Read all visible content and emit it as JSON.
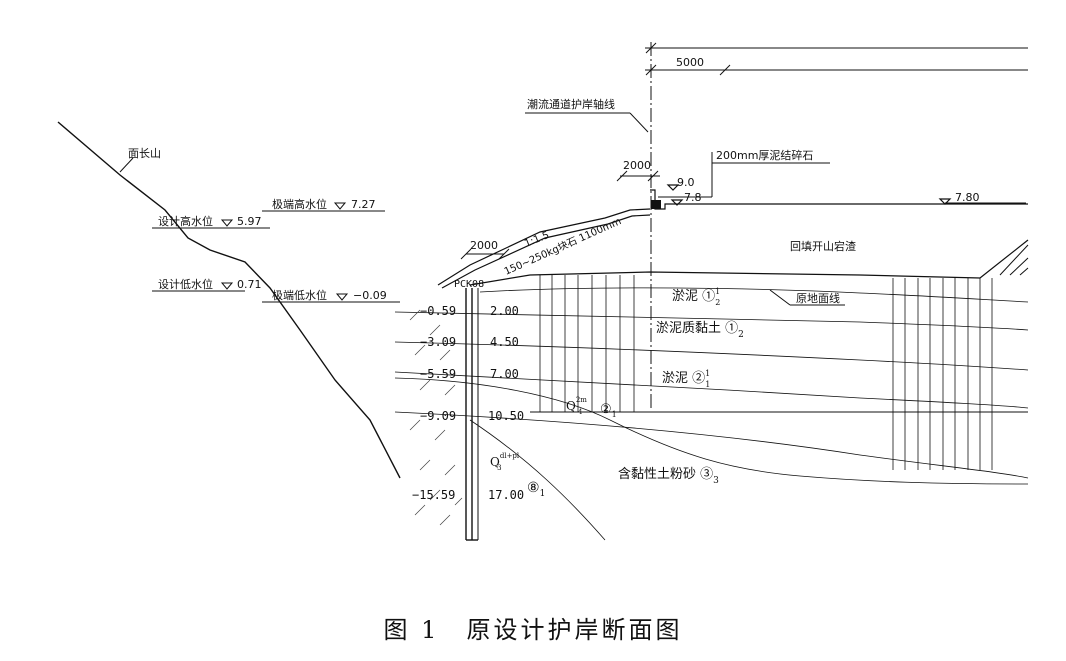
{
  "labels": {
    "mountain": "面长山",
    "axis_line": "潮流通道护岸轴线",
    "dim_5000": "5000",
    "dim_2000_top": "2000",
    "dim_2000_left": "2000",
    "gravel": "200mm厚泥结碎石",
    "elev_9_0": "9.0",
    "elev_7_8": "7.8",
    "elev_7_80": "7.80",
    "slope": "1:1.5",
    "armour": "150~250kg块石 1100mm",
    "fill": "回填开山宕渣",
    "extreme_high": "极端高水位",
    "extreme_high_val": "7.27",
    "design_high": "设计高水位",
    "design_high_val": "5.97",
    "design_low": "设计低水位",
    "design_low_val": "0.71",
    "extreme_low": "极端低水位",
    "extreme_low_val": "−0.09",
    "borehole": "PCK08",
    "original_ground": "原地面线",
    "layer_1_1": "淤泥 ①",
    "layer_1_1_sup": "1",
    "layer_1_1_sub": "2",
    "layer_1_2": "淤泥质黏土 ①",
    "layer_1_2_sub": "2",
    "layer_2_1": "淤泥 ②",
    "layer_2_1_sup": "1",
    "layer_2_1_sub": "1",
    "q4": "Q",
    "q4_sup": "2m",
    "q4_sub": "4",
    "layer_2_1b": "②",
    "layer_2_1b_sub": "1",
    "q3": "Q",
    "q3_sup": "dl+pl",
    "q3_sub": "3",
    "layer_8_1": "⑧",
    "layer_8_1_sub": "1",
    "layer_3_3": "含黏性土粉砂 ③",
    "layer_3_3_sub": "3"
  },
  "borehole_levels": [
    {
      "elev": "−0.59",
      "depth": "2.00"
    },
    {
      "elev": "−3.09",
      "depth": "4.50"
    },
    {
      "elev": "−5.59",
      "depth": "7.00"
    },
    {
      "elev": "−9.09",
      "depth": "10.50"
    },
    {
      "elev": "−15.59",
      "depth": "17.00"
    }
  ],
  "caption": "图 1　原设计护岸断面图"
}
